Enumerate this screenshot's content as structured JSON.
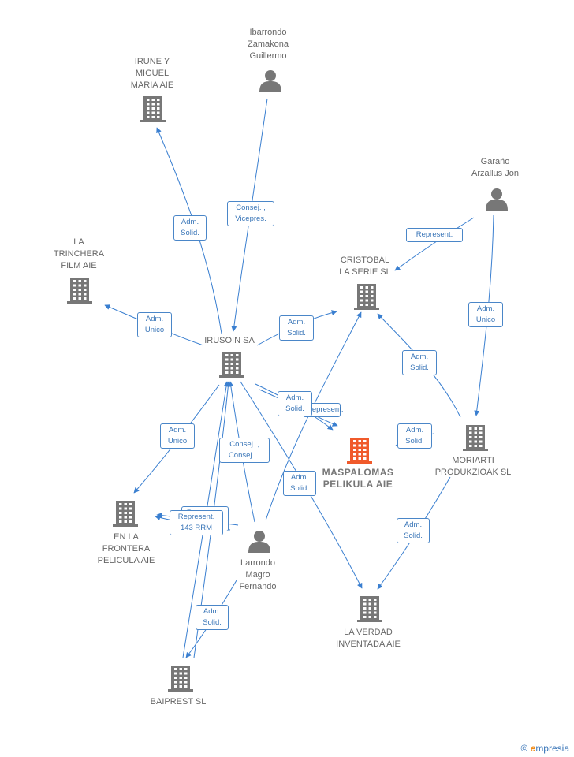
{
  "colors": {
    "edge": "#3a7fd0",
    "node": "#777777",
    "focus": "#f05a2b"
  },
  "nodes": {
    "irune": {
      "lines": [
        "IRUNE Y",
        "MIGUEL",
        "MARIA  AIE"
      ],
      "kind": "company"
    },
    "ibarrondo": {
      "lines": [
        "Ibarrondo",
        "Zamakona",
        "Guillermo"
      ],
      "kind": "person"
    },
    "garano": {
      "lines": [
        "Garaño",
        "Arzallus Jon"
      ],
      "kind": "person"
    },
    "trinchera": {
      "lines": [
        "LA",
        "TRINCHERA",
        "FILM AIE"
      ],
      "kind": "company"
    },
    "cristobal": {
      "lines": [
        "CRISTOBAL",
        "LA SERIE  SL"
      ],
      "kind": "company"
    },
    "irusoin": {
      "lines": [
        "IRUSOIN SA"
      ],
      "kind": "company"
    },
    "maspalomas": {
      "lines": [
        "MASPALOMAS",
        "PELIKULA  AIE"
      ],
      "kind": "focus"
    },
    "moriarti": {
      "lines": [
        "MORIARTI",
        "PRODUKZIOAK SL"
      ],
      "kind": "company"
    },
    "frontera": {
      "lines": [
        "EN LA",
        "FRONTERA",
        "PELICULA  AIE"
      ],
      "kind": "company"
    },
    "larrondo": {
      "lines": [
        "Larrondo",
        "Magro",
        "Fernando"
      ],
      "kind": "person"
    },
    "verdad": {
      "lines": [
        "LA VERDAD",
        "INVENTADA AIE"
      ],
      "kind": "company"
    },
    "baiprest": {
      "lines": [
        "BAIPREST  SL"
      ],
      "kind": "company"
    }
  },
  "edges": [
    {
      "id": "e-irusoin-irune",
      "lines": [
        "Adm.",
        "Solid."
      ]
    },
    {
      "id": "e-ibarrondo-irusoin",
      "lines": [
        "Consej. ,",
        "Vicepres."
      ]
    },
    {
      "id": "e-garano-cristobal",
      "lines": [
        "Represent."
      ]
    },
    {
      "id": "e-garano-moriarti",
      "lines": [
        "Adm.",
        "Unico"
      ]
    },
    {
      "id": "e-irusoin-trinchera",
      "lines": [
        "Adm.",
        "Unico"
      ]
    },
    {
      "id": "e-irusoin-cristobal",
      "lines": [
        "Adm.",
        "Solid."
      ]
    },
    {
      "id": "e-moriarti-cristobal",
      "lines": [
        "Adm.",
        "Solid."
      ]
    },
    {
      "id": "e-irusoin-maspalomas-rep",
      "lines": [
        "Represent."
      ]
    },
    {
      "id": "e-irusoin-maspalomas",
      "lines": [
        "Adm.",
        "Solid."
      ]
    },
    {
      "id": "e-moriarti-maspalomas",
      "lines": [
        "Adm.",
        "Solid."
      ]
    },
    {
      "id": "e-irusoin-frontera",
      "lines": [
        "Adm.",
        "Unico"
      ]
    },
    {
      "id": "e-larrondo-irusoin",
      "lines": [
        "Consej. ,",
        "Consej...."
      ]
    },
    {
      "id": "e-irusoin-verdad",
      "lines": [
        "Adm.",
        "Solid."
      ]
    },
    {
      "id": "e-larrondo-frontera-a",
      "lines": [
        "Represent.",
        "143 RRM"
      ]
    },
    {
      "id": "e-larrondo-frontera-b",
      "lines": [
        "Represent.",
        "143 RRM"
      ]
    },
    {
      "id": "e-moriarti-verdad",
      "lines": [
        "Adm.",
        "Solid."
      ]
    },
    {
      "id": "e-larrondo-baiprest",
      "lines": [
        "Adm.",
        "Solid."
      ]
    }
  ],
  "brand": {
    "symbol": "©",
    "initial": "e",
    "rest": "mpresia"
  }
}
